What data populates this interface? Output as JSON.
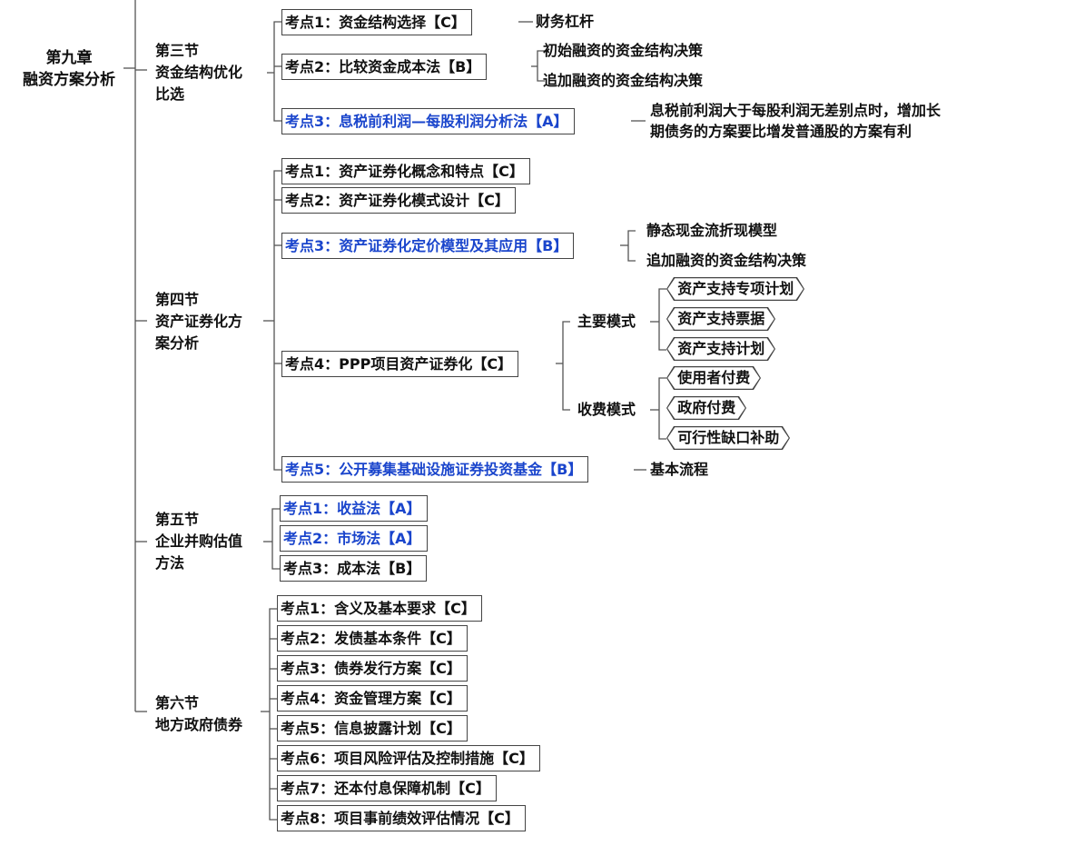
{
  "root": {
    "line1": "第九章",
    "line2": "融资方案分析"
  },
  "sections": [
    {
      "title_lines": [
        "第三节",
        "资金结构优化",
        "比选"
      ],
      "points": [
        {
          "label": "考点1：资金结构选择【C】",
          "highlight": false,
          "children": [
            "财务杠杆"
          ]
        },
        {
          "label": "考点2：比较资金成本法【B】",
          "highlight": false,
          "children": [
            "初始融资的资金结构决策",
            "追加融资的资金结构决策"
          ]
        },
        {
          "label": "考点3：息税前利润—每股利润分析法【A】",
          "highlight": true,
          "children": [
            "息税前利润大于每股利润无差别点时，增加长",
            "期债务的方案要比增发普通股的方案有利"
          ]
        }
      ]
    },
    {
      "title_lines": [
        "第四节",
        "资产证券化方",
        "案分析"
      ],
      "points": [
        {
          "label": "考点1：资产证券化概念和特点【C】",
          "highlight": false
        },
        {
          "label": "考点2：资产证券化模式设计【C】",
          "highlight": false
        },
        {
          "label": "考点3：资产证券化定价模型及其应用【B】",
          "highlight": true,
          "children": [
            "静态现金流折现模型",
            "追加融资的资金结构决策"
          ]
        },
        {
          "label": "考点4：PPP项目资产证券化【C】",
          "highlight": false,
          "groups": [
            {
              "label": "主要模式",
              "items": [
                "资产支持专项计划",
                "资产支持票据",
                "资产支持计划"
              ]
            },
            {
              "label": "收费模式",
              "items": [
                "使用者付费",
                "政府付费",
                "可行性缺口补助"
              ]
            }
          ]
        },
        {
          "label": "考点5：公开募集基础设施证券投资基金【B】",
          "highlight": true,
          "children": [
            "基本流程"
          ]
        }
      ]
    },
    {
      "title_lines": [
        "第五节",
        "企业并购估值",
        "方法"
      ],
      "points": [
        {
          "label": "考点1：收益法【A】",
          "highlight": true
        },
        {
          "label": "考点2：市场法【A】",
          "highlight": true
        },
        {
          "label": "考点3：成本法【B】",
          "highlight": false
        }
      ]
    },
    {
      "title_lines": [
        "第六节",
        "地方政府债券"
      ],
      "points": [
        {
          "label": "考点1：含义及基本要求【C】",
          "highlight": false
        },
        {
          "label": "考点2：发债基本条件【C】",
          "highlight": false
        },
        {
          "label": "考点3：债券发行方案【C】",
          "highlight": false
        },
        {
          "label": "考点4：资金管理方案【C】",
          "highlight": false
        },
        {
          "label": "考点5：信息披露计划【C】",
          "highlight": false
        },
        {
          "label": "考点6：项目风险评估及控制措施【C】",
          "highlight": false
        },
        {
          "label": "考点7：还本付息保障机制【C】",
          "highlight": false
        },
        {
          "label": "考点8：项目事前绩效评估情况【C】",
          "highlight": false
        }
      ]
    }
  ],
  "colors": {
    "highlight": "#1a45cc",
    "text": "#111111",
    "line": "#555555"
  }
}
